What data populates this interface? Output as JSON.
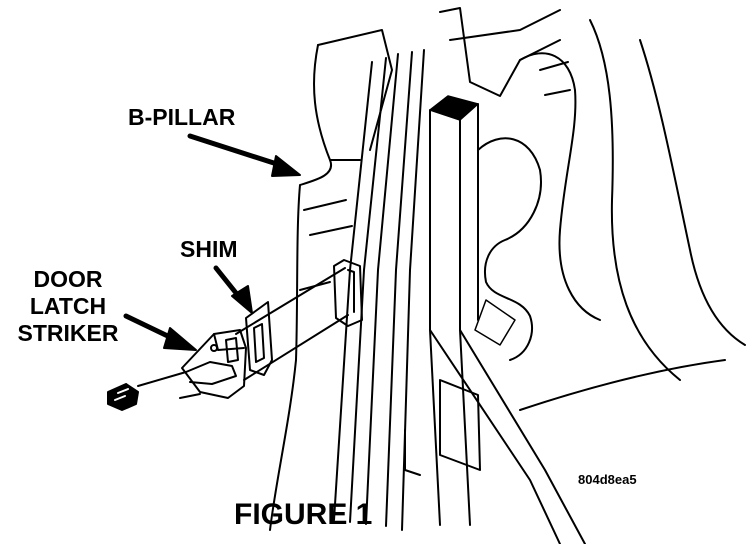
{
  "figure": {
    "caption": "FIGURE 1",
    "image_code": "804d8ea5"
  },
  "labels": {
    "b_pillar": "B-PILLAR",
    "shim": "SHIM",
    "striker_line1": "DOOR",
    "striker_line2": "LATCH",
    "striker_line3": "STRIKER"
  },
  "colors": {
    "ink": "#000000",
    "paper": "#ffffff"
  }
}
